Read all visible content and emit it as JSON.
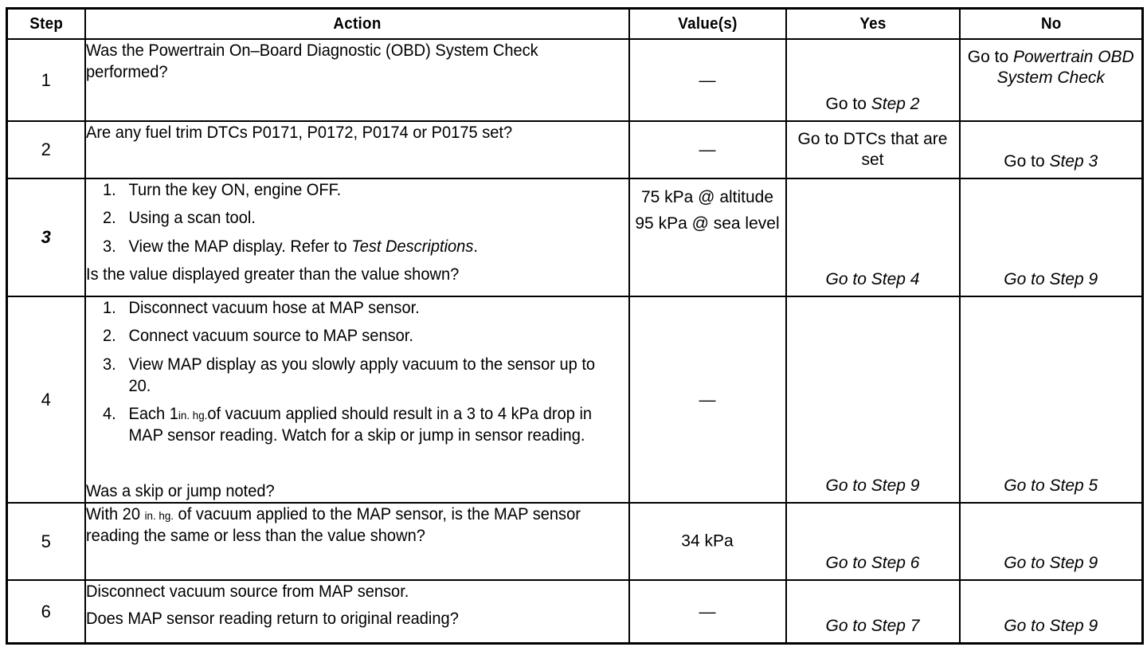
{
  "table": {
    "headers": [
      "Step",
      "Action",
      "Value(s)",
      "Yes",
      "No"
    ],
    "rows": [
      {
        "step": "1",
        "step_italic": false,
        "action_question": "Was the Powertrain On–Board Diagnostic (OBD) System Check performed?",
        "action_items": [],
        "value": "—",
        "yes_prefix": "Go to ",
        "yes_ref": "Step 2",
        "yes_full": "Go to Step 2",
        "no_prefix": "Go to ",
        "no_ref": "Powertrain OBD System Check",
        "no_full": "Go to Powertrain OBD System Check"
      },
      {
        "step": "2",
        "step_italic": false,
        "action_question": "Are any fuel trim DTCs P0171, P0172, P0174 or P0175 set?",
        "action_items": [],
        "value": "—",
        "yes_prefix": "Go to ",
        "yes_ref": "DTCs that are set",
        "yes_full": "Go to DTCs that are set",
        "no_prefix": "Go to ",
        "no_ref": "Step 3",
        "no_full": "Go to Step 3"
      },
      {
        "step": "3",
        "step_italic": true,
        "action_items": [
          {
            "marker": "1.",
            "text_before": "Turn the key ON, engine OFF.",
            "italic_ref": "",
            "text_after": ""
          },
          {
            "marker": "2.",
            "text_before": "Using a scan tool.",
            "italic_ref": "",
            "text_after": ""
          },
          {
            "marker": "3.",
            "text_before": "View the MAP display. Refer to ",
            "italic_ref": "Test Descriptions",
            "text_after": "."
          }
        ],
        "action_question": "Is the value displayed greater than the value shown?",
        "value_lines": [
          "75 kPa @ altitude",
          "95 kPa @ sea level"
        ],
        "value": "",
        "yes_full": "Go to Step 4",
        "no_full": "Go to Step 9"
      },
      {
        "step": "4",
        "step_italic": false,
        "action_items": [
          {
            "marker": "1.",
            "text_before": "Disconnect vacuum hose at MAP sensor.",
            "italic_ref": "",
            "text_after": ""
          },
          {
            "marker": "2.",
            "text_before": "Connect vacuum source to MAP sensor.",
            "italic_ref": "",
            "text_after": ""
          },
          {
            "marker": "3.",
            "text_before": "View MAP display as you slowly apply vacuum to the sensor up to 20.",
            "italic_ref": "",
            "text_after": ""
          },
          {
            "marker": "4.",
            "text_before": "Each 1",
            "small_unit": "in. hg.",
            "text_after": "of vacuum applied should result in a 3 to 4 kPa drop in MAP sensor reading. Watch for a skip or jump in sensor reading.",
            "italic_ref": ""
          }
        ],
        "action_question": "Was a skip or jump noted?",
        "value": "—",
        "yes_full": "Go to Step 9",
        "no_full": "Go to Step 5"
      },
      {
        "step": "5",
        "step_italic": false,
        "action_question_a": "With 20 ",
        "action_small_unit": "in. hg.",
        "action_question_b": " of vacuum applied  to the MAP  sensor, is the MAP sensor reading the same or less than the value shown?",
        "action_items": [],
        "action_question": "With 20 in. hg. of vacuum applied  to the MAP  sensor, is the MAP sensor reading the same or less than the value shown?",
        "value": "34 kPa",
        "yes_full": "Go to Step 6",
        "no_full": "Go to Step 9"
      },
      {
        "step": "6",
        "step_italic": false,
        "action_line1": "Disconnect vacuum source from MAP sensor.",
        "action_items": [],
        "action_question": "Does MAP sensor reading return to original reading?",
        "value": "—",
        "yes_full": "Go to Step 7",
        "no_full": "Go to Step 9"
      }
    ]
  }
}
